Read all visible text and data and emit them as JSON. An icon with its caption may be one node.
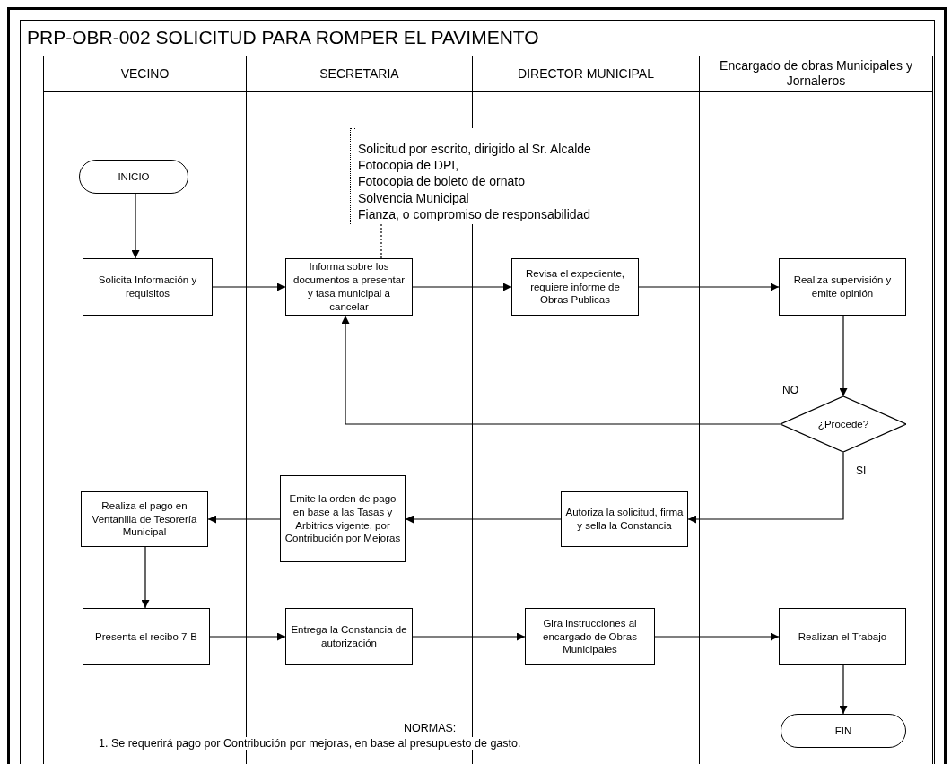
{
  "diagram": {
    "title": "PRP-OBR-002 SOLICITUD PARA ROMPER EL PAVIMENTO",
    "nodes": [
      {
        "text": [
          "VECINO"
        ]
      },
      {
        "text": [
          "SECRETARIA"
        ]
      },
      {
        "text": [
          "DIRECTOR MUNICIPAL"
        ]
      },
      {
        "text": [
          "Encargado de obras Municipales y Jornaleros"
        ]
      },
      {
        "text": [
          "INICIO"
        ],
        "in": 0
      },
      {
        "text": [
          "Solicita Información y requisitos"
        ],
        "in": 0
      },
      {
        "text": [
          "Informa sobre los documentos a presentar y tasa municipal a cancelar"
        ],
        "in": 1
      },
      {
        "text": [
          "Revisa el expediente, requiere informe de Obras Publicas"
        ],
        "in": 2
      },
      {
        "text": [
          "Realiza supervisión y emite opinión"
        ],
        "in": 3
      },
      {
        "text": [
          "¿Procede?"
        ],
        "in": 3
      },
      {
        "text": [
          "Autoriza la solicitud, firma y sella la Constancia"
        ],
        "in": 2
      },
      {
        "text": [
          "Emite la orden de pago en base a las Tasas y Arbitrios vigente, por Contribución por Mejoras"
        ],
        "in": 1
      },
      {
        "text": [
          "Realiza el pago en Ventanilla de Tesorería Municipal"
        ],
        "in": 0
      },
      {
        "text": [
          "Presenta el recibo 7-B"
        ],
        "in": 0
      },
      {
        "text": [
          "Entrega la Constancia de autorización"
        ],
        "in": 1
      },
      {
        "text": [
          "Gira instrucciones al encargado de Obras Municipales"
        ],
        "in": 2
      },
      {
        "text": [
          "Realizan el Trabajo"
        ],
        "in": 3
      },
      {
        "text": [
          "FIN"
        ],
        "in": 3
      },
      {
        "text": [
          "Solicitud por escrito, dirigido al Sr. Alcalde",
          "Fotocopia de DPI,",
          "Fotocopia de boleto de ornato",
          "Solvencia Municipal",
          "Fianza, o compromiso de responsabilidad"
        ]
      }
    ],
    "edges": [
      {
        "from": 4,
        "to": 5,
        "arrow": "to"
      },
      {
        "from": 5,
        "to": 6,
        "arrow": "to"
      },
      {
        "from": 6,
        "to": 7,
        "arrow": "to"
      },
      {
        "from": 7,
        "to": 8,
        "arrow": "to"
      },
      {
        "from": 8,
        "to": 9,
        "arrow": "to"
      },
      {
        "from": 9,
        "to": 6,
        "arrow": "to",
        "label": "NO"
      },
      {
        "from": 9,
        "to": 10,
        "arrow": "to",
        "label": "SI"
      },
      {
        "from": 10,
        "to": 11,
        "arrow": "to"
      },
      {
        "from": 11,
        "to": 12,
        "arrow": "to"
      },
      {
        "from": 12,
        "to": 13,
        "arrow": "to"
      },
      {
        "from": 13,
        "to": 14,
        "arrow": "to"
      },
      {
        "from": 14,
        "to": 15,
        "arrow": "to"
      },
      {
        "from": 15,
        "to": 16,
        "arrow": "to"
      },
      {
        "from": 16,
        "to": 17,
        "arrow": "to"
      },
      {
        "from": 18,
        "to": 6,
        "arrow": "none",
        "style": "dashed"
      }
    ],
    "labels": [
      "NORMAS:",
      "1. Se requerirá pago por Contribución por mejoras, en base al presupuesto de gasto."
    ]
  }
}
